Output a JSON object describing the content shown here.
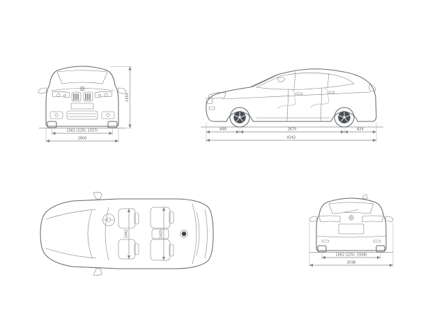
{
  "views": {
    "front": {
      "track": "1561 (225i: 1557)",
      "overall_width": "1800",
      "overall_height": "1555"
    },
    "side": {
      "front_overhang": "848",
      "wheelbase": "2670",
      "rear_overhang": "824",
      "overall_length": "4342"
    },
    "top": {
      "front_interior_width": "1442",
      "rear_interior_width": "1425"
    },
    "rear": {
      "track": "1562 (225i: 1558)",
      "overall_width_incl_mirrors": "2038"
    }
  },
  "colors": {
    "body_line": "#64686c",
    "dimension_line": "#84888c",
    "label_text": "#54585b"
  }
}
